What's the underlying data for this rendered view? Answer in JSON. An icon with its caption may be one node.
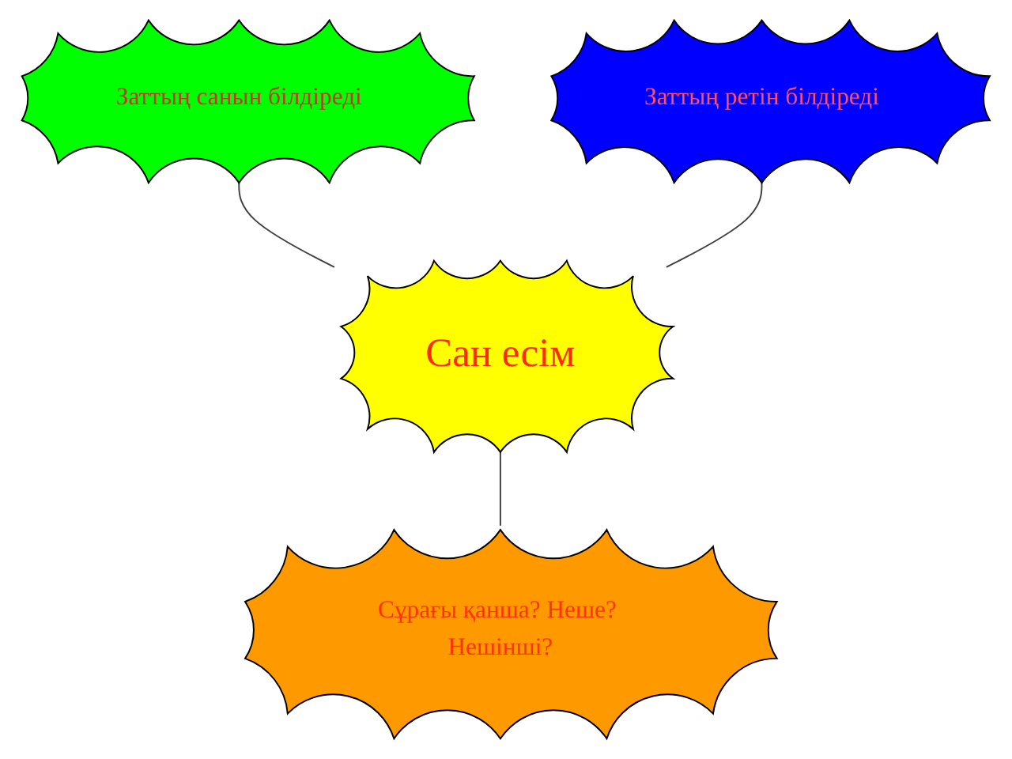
{
  "diagram": {
    "nodes": [
      {
        "text": [
          "Заттың санын білдіреді"
        ]
      },
      {
        "text": [
          "Заттың ретін білдіреді"
        ]
      },
      {
        "text": [
          "Сан есім"
        ]
      },
      {
        "text": [
          "Сұрағы қанша? Неше? Нешінші?"
        ]
      }
    ],
    "edges": [
      {
        "from": 0,
        "to": 2,
        "arrow": "none"
      },
      {
        "from": 1,
        "to": 2,
        "arrow": "none"
      },
      {
        "from": 2,
        "to": 3,
        "arrow": "none"
      }
    ]
  }
}
